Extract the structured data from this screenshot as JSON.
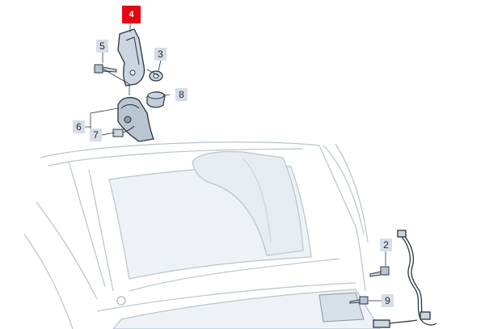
{
  "callouts": {
    "c4": "4",
    "c5": "5",
    "c3": "3",
    "c8": "8",
    "c6": "6",
    "c7": "7",
    "c2": "2",
    "c9": "9"
  },
  "colors": {
    "highlight": "#e30613",
    "callout_bg": "#d6dde6",
    "part_fill": "#ccd6e0",
    "part_stroke": "#2a3440",
    "car_line": "#b8c4cf",
    "car_fill": "#f2f5f8"
  }
}
